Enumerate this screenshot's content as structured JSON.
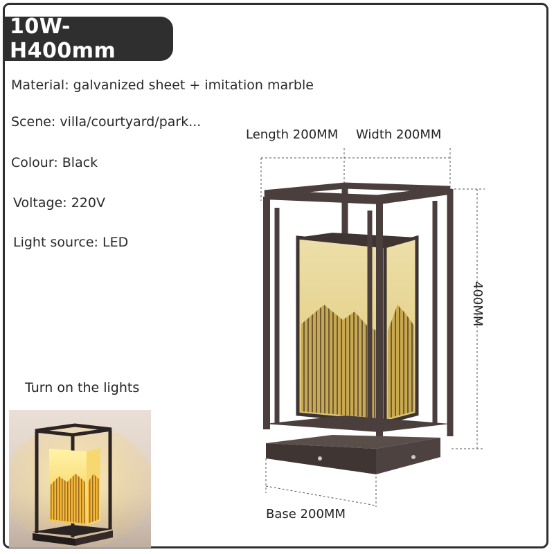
{
  "title": "10W-H400mm",
  "specs": {
    "material": "Material: galvanized sheet + imitation marble",
    "scene": "Scene: villa/courtyard/park...",
    "colour": "Colour: Black",
    "voltage": "Voltage: 220V",
    "light_source": "Light source: LED"
  },
  "dimensions": {
    "length": "Length 200MM",
    "width": "Width 200MM",
    "height": "400MM",
    "base": "Base 200MM"
  },
  "lights_caption": "Turn on the lights",
  "colors": {
    "frame": "#4a3f3d",
    "panel": "#e8d79a",
    "badge": "#2f2f2f"
  }
}
